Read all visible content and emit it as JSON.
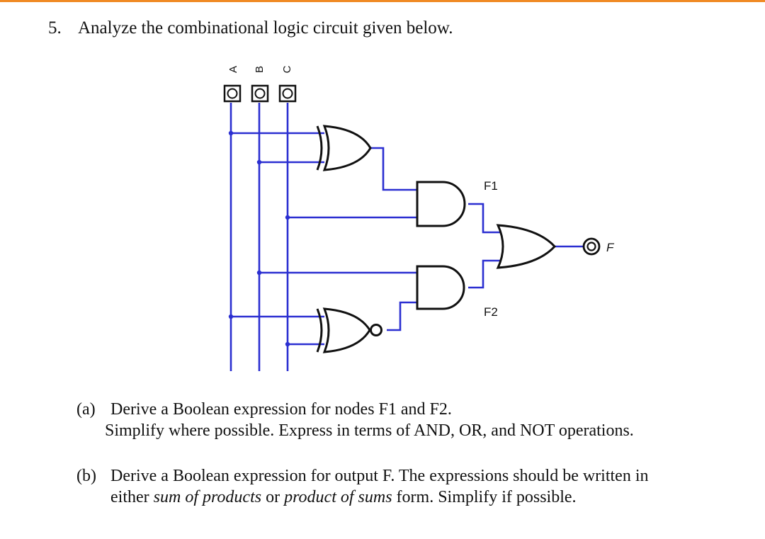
{
  "accent_color": "#f08a24",
  "wire_color": "#2b2fd1",
  "question": {
    "number": "5.",
    "text": "Analyze the combinational logic circuit given below."
  },
  "circuit": {
    "inputs": [
      "A",
      "B",
      "C"
    ],
    "node_labels": {
      "f1": "F1",
      "f2": "F2"
    },
    "output_label": "F",
    "gates": [
      {
        "id": "g1",
        "type": "XOR",
        "inputs": [
          "A",
          "B"
        ],
        "output": "g1"
      },
      {
        "id": "g2",
        "type": "AND",
        "inputs": [
          "g1",
          "C"
        ],
        "output": "F1"
      },
      {
        "id": "g3",
        "type": "XNOR",
        "inputs": [
          "A",
          "C"
        ],
        "output": "g3"
      },
      {
        "id": "g4",
        "type": "AND",
        "inputs": [
          "B",
          "g3"
        ],
        "output": "F2"
      },
      {
        "id": "g5",
        "type": "OR",
        "inputs": [
          "F1",
          "F2"
        ],
        "output": "F"
      }
    ]
  },
  "part_a": {
    "label": "(a)",
    "line1": "Derive a Boolean expression for nodes F1 and F2.",
    "line2": "Simplify where possible.  Express in terms of AND, OR, and NOT operations."
  },
  "part_b": {
    "label": "(b)",
    "line1": "Derive a Boolean expression for output F.  The expressions should be written in",
    "line2_pre": "either ",
    "line2_em1": "sum of products",
    "line2_mid": " or ",
    "line2_em2": "product of sums",
    "line2_post": " form.  Simplify if possible."
  }
}
